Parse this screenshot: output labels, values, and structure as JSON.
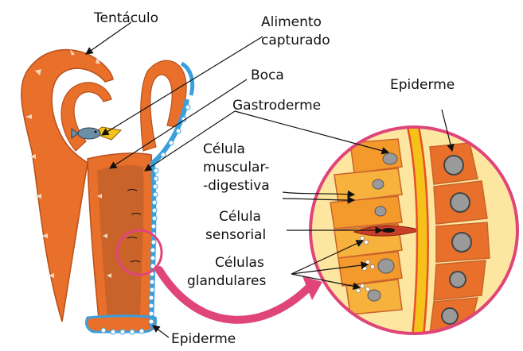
{
  "labels": {
    "tentacle": "Tentáculo",
    "food_line1": "Alimento",
    "food_line2": "capturado",
    "mouth": "Boca",
    "gastrodermis": "Gastroderme",
    "epidermis_inset": "Epiderme",
    "muscular_line1": "Célula",
    "muscular_line2": "muscular-",
    "muscular_line3": "-digestiva",
    "sensory_line1": "Célula",
    "sensory_line2": "sensorial",
    "glandular_line1": "Células",
    "glandular_line2": "glandulares",
    "epidermis_bottom": "Epiderme"
  },
  "colors": {
    "body_outer": "#e8702a",
    "body_inner": "#c9632a",
    "epidermis_blue": "#3aa0dd",
    "inset_ring": "#e0457a",
    "inset_bg": "#fde6a0",
    "muscular_cell": "#f7b13d",
    "gastro_cell": "#f49a2c",
    "nucleus": "#9a9a9a",
    "fish": "#6c8fa6",
    "mesoglea": "#f5c21a",
    "mesoglea_edge": "#e8502a"
  },
  "icons": {
    "food": "fish-icon",
    "magnify_arrow": "curved-arrow-icon"
  }
}
